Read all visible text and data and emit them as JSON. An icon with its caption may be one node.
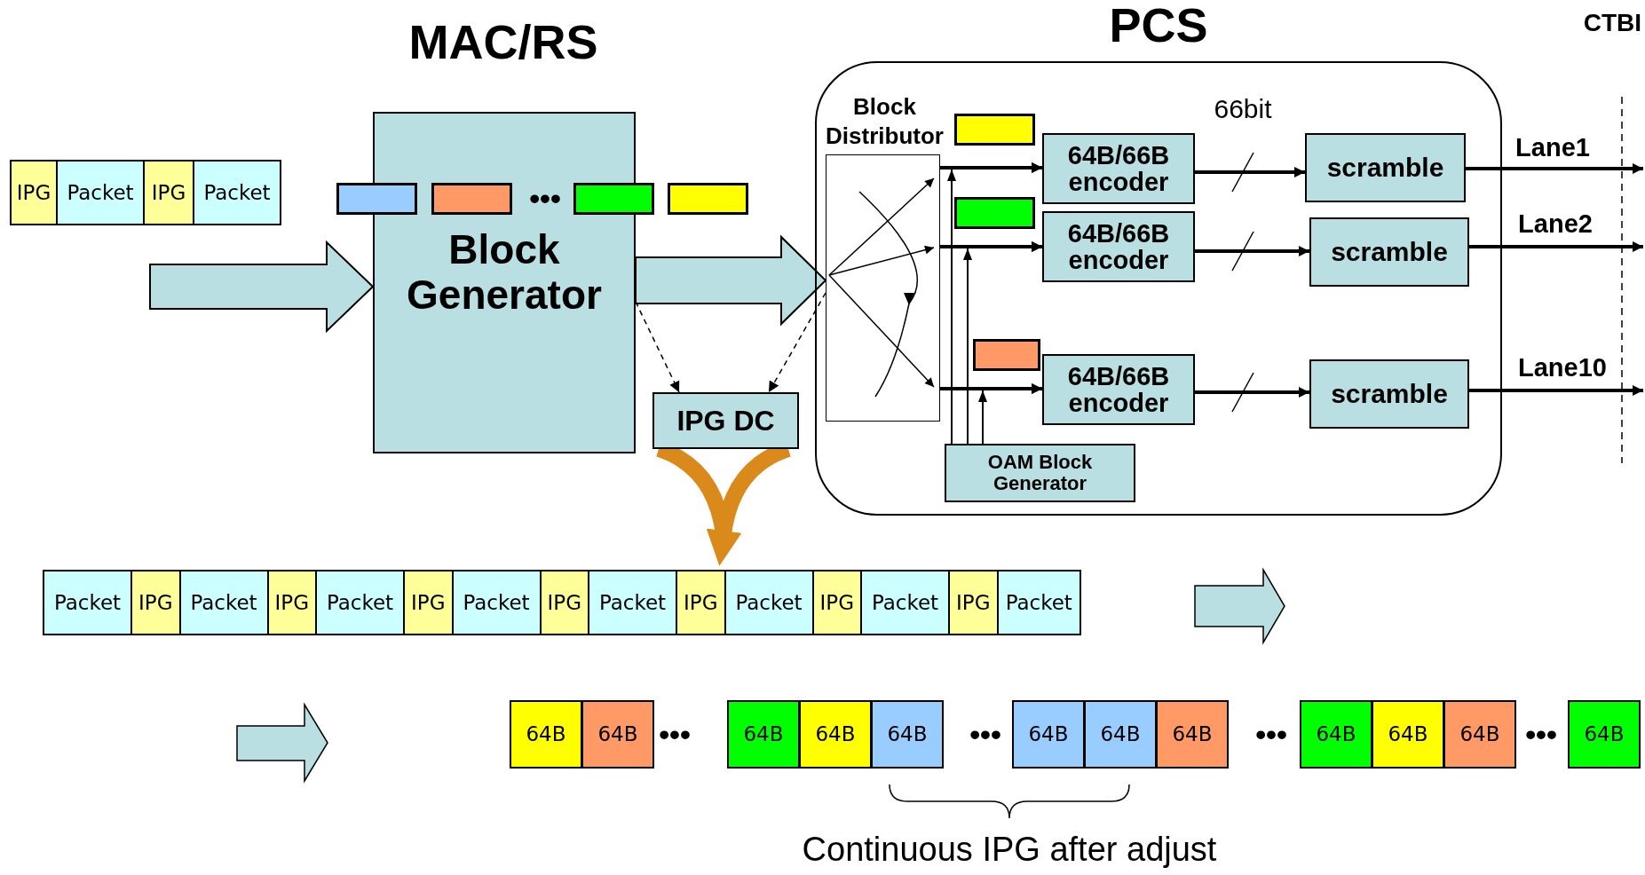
{
  "diagram": {
    "nodes": [
      {
        "text": [],
        "shape": "bar"
      },
      {
        "text": [
          "IPG"
        ],
        "in": 0
      },
      {
        "text": [
          "Packet"
        ],
        "in": 0
      },
      {
        "text": [
          "IPG"
        ],
        "in": 0
      },
      {
        "text": [
          "Packet"
        ],
        "in": 0
      },
      {
        "text": [
          "Block Generator"
        ]
      },
      {
        "text": [],
        "shape": "box"
      },
      {
        "text": [],
        "shape": "box",
        "in": 5
      },
      {
        "text": [],
        "shape": "box",
        "in": 5
      },
      {
        "text": [],
        "shape": "box"
      },
      {
        "text": [
          "IPG DC"
        ]
      },
      {
        "text": [
          "PCS"
        ]
      },
      {
        "text": [
          "Block Distributor"
        ],
        "in": 11
      },
      {
        "text": [],
        "shape": "box",
        "in": 11
      },
      {
        "text": [
          "64B/66B encoder"
        ],
        "in": 11
      },
      {
        "text": [
          "scramble"
        ],
        "in": 11
      },
      {
        "text": [],
        "shape": "box",
        "in": 11
      },
      {
        "text": [
          "64B/66B encoder"
        ],
        "in": 11
      },
      {
        "text": [
          "scramble"
        ],
        "in": 11
      },
      {
        "text": [],
        "shape": "box",
        "in": 11
      },
      {
        "text": [
          "64B/66B encoder"
        ],
        "in": 11
      },
      {
        "text": [
          "scramble"
        ],
        "in": 11
      },
      {
        "text": [
          "OAM Block Generator"
        ],
        "in": 11
      },
      {
        "text": [],
        "shape": "bar"
      },
      {
        "text": [
          "Packet"
        ],
        "in": 23
      },
      {
        "text": [
          "IPG"
        ],
        "in": 23
      },
      {
        "text": [
          "Packet"
        ],
        "in": 23
      },
      {
        "text": [
          "IPG"
        ],
        "in": 23
      },
      {
        "text": [
          "Packet"
        ],
        "in": 23
      },
      {
        "text": [
          "IPG"
        ],
        "in": 23
      },
      {
        "text": [
          "Packet"
        ],
        "in": 23
      },
      {
        "text": [
          "IPG"
        ],
        "in": 23
      },
      {
        "text": [
          "Packet"
        ],
        "in": 23
      },
      {
        "text": [
          "IPG"
        ],
        "in": 23
      },
      {
        "text": [
          "Packet"
        ],
        "in": 23
      },
      {
        "text": [
          "IPG"
        ],
        "in": 23
      },
      {
        "text": [
          "Packet"
        ],
        "in": 23
      },
      {
        "text": [
          "IPG"
        ],
        "in": 23
      },
      {
        "text": [
          "Packet"
        ],
        "in": 23
      },
      {
        "text": [
          "64B"
        ]
      },
      {
        "text": [
          "64B"
        ]
      },
      {
        "text": [
          "64B"
        ]
      },
      {
        "text": [
          "64B"
        ]
      },
      {
        "text": [
          "64B"
        ]
      },
      {
        "text": [
          "64B"
        ]
      },
      {
        "text": [
          "64B"
        ]
      },
      {
        "text": [
          "64B"
        ]
      },
      {
        "text": [
          "64B"
        ]
      },
      {
        "text": [
          "64B"
        ]
      },
      {
        "text": [
          "64B"
        ]
      },
      {
        "text": [
          "64B"
        ]
      }
    ],
    "edges": [
      {
        "from": null,
        "to": 5,
        "arrow": "to"
      },
      {
        "from": 5,
        "to": 12,
        "arrow": "to"
      },
      {
        "from": 5,
        "to": 10,
        "arrow": "to",
        "style": "dashed"
      },
      {
        "from": 12,
        "to": 10,
        "arrow": "to",
        "style": "dashed"
      },
      {
        "from": 10,
        "to": 23,
        "arrow": "to",
        "style": "thick",
        "color": "#d98a1a"
      },
      {
        "from": 12,
        "to": 14,
        "arrow": "to"
      },
      {
        "from": 12,
        "to": 17,
        "arrow": "to"
      },
      {
        "from": 12,
        "to": 20,
        "arrow": "to"
      },
      {
        "from": 14,
        "to": 15,
        "arrow": "to"
      },
      {
        "from": 17,
        "to": 18,
        "arrow": "to"
      },
      {
        "from": 20,
        "to": 21,
        "arrow": "to"
      },
      {
        "from": 15,
        "to": null,
        "arrow": "to",
        "label": "Lane1"
      },
      {
        "from": 18,
        "to": null,
        "arrow": "to",
        "label": "Lane2"
      },
      {
        "from": 21,
        "to": null,
        "arrow": "to",
        "label": "Lane10"
      },
      {
        "from": 22,
        "to": 14,
        "arrow": "to"
      },
      {
        "from": 22,
        "to": 17,
        "arrow": "to"
      },
      {
        "from": 22,
        "to": 20,
        "arrow": "to"
      }
    ],
    "labels": [
      "MAC/RS",
      "CTBI",
      "66bit",
      "•••",
      "•••",
      "•••",
      "•••",
      "•••",
      "Continuous IPG after adjust"
    ]
  }
}
